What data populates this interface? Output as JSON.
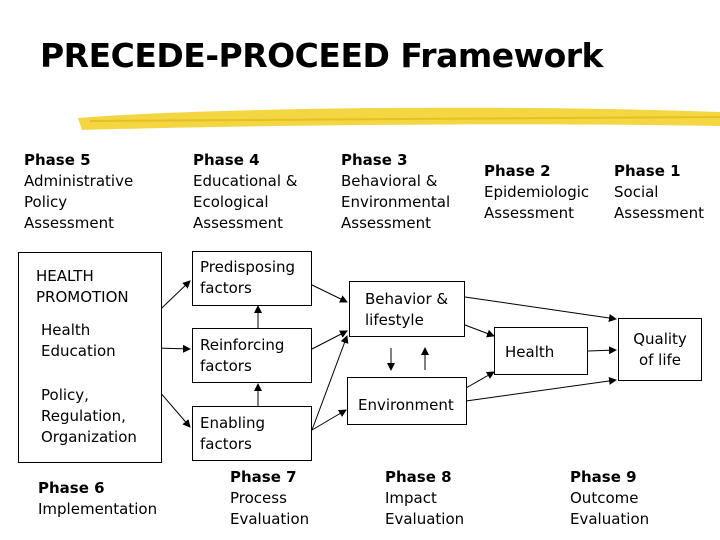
{
  "title": "PRECEDE-PROCEED Framework",
  "phases_top": [
    {
      "title": "Phase 5",
      "lines": [
        "Administrative",
        "Policy",
        "Assessment"
      ]
    },
    {
      "title": "Phase 4",
      "lines": [
        "Educational &",
        "Ecological",
        "Assessment"
      ]
    },
    {
      "title": "Phase 3",
      "lines": [
        "Behavioral &",
        "Environmental",
        "Assessment"
      ]
    },
    {
      "title": "Phase 2",
      "lines": [
        "Epidemiologic",
        "Assessment"
      ]
    },
    {
      "title": "Phase 1",
      "lines": [
        "Social",
        "Assessment"
      ]
    }
  ],
  "phases_bottom": [
    {
      "title": "Phase 6",
      "lines": [
        "Implementation"
      ]
    },
    {
      "title": "Phase 7",
      "lines": [
        "Process",
        "Evaluation"
      ]
    },
    {
      "title": "Phase 8",
      "lines": [
        "Impact",
        "Evaluation"
      ]
    },
    {
      "title": "Phase 9",
      "lines": [
        "Outcome",
        "Evaluation"
      ]
    }
  ],
  "nodes": {
    "health_promotion": {
      "lines": [
        "HEALTH",
        "PROMOTION"
      ]
    },
    "health_education": {
      "lines": [
        "Health",
        "Education"
      ]
    },
    "policy": {
      "lines": [
        "Policy,",
        "Regulation,",
        "Organization"
      ]
    },
    "predisposing": {
      "lines": [
        "Predisposing",
        "factors"
      ]
    },
    "reinforcing": {
      "lines": [
        "Reinforcing",
        "factors"
      ]
    },
    "enabling": {
      "lines": [
        "Enabling",
        "factors"
      ]
    },
    "behavior": {
      "lines": [
        "Behavior &",
        "lifestyle"
      ]
    },
    "environment": {
      "lines": [
        "Environment"
      ]
    },
    "health": {
      "lines": [
        "Health"
      ]
    },
    "quality": {
      "lines": [
        "Quality",
        "of life"
      ]
    }
  },
  "colors": {
    "highlight": "#f2d22e",
    "highlight_dark": "#e0b814",
    "line": "#000000"
  }
}
